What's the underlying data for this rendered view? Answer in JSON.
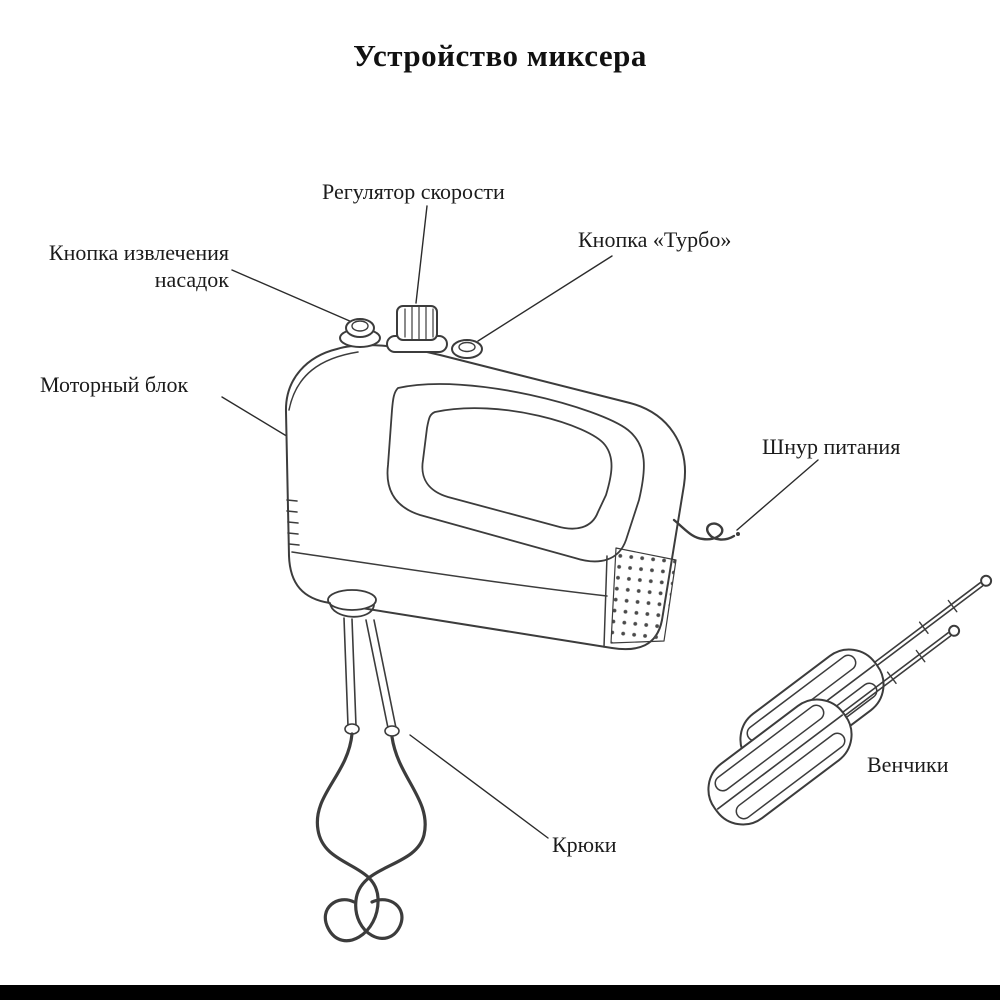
{
  "page": {
    "title": "Устройство миксера",
    "background": "#ffffff",
    "footer_bar_color": "#000000"
  },
  "labels": {
    "speed_regulator": "Регулятор скорости",
    "turbo_button": "Кнопка «Турбо»",
    "attachment_eject_button": "Кнопка извлечения насадок",
    "motor_block": "Моторный блок",
    "power_cord": "Шнур питания",
    "whisks": "Венчики",
    "dough_hooks": "Крюки"
  },
  "diagram": {
    "type": "line-art",
    "subject": "hand mixer with dough hooks attached and a pair of whisk beaters shown separately"
  },
  "colors": {
    "line": "#3c3c3c",
    "text": "#1b1b1b"
  }
}
